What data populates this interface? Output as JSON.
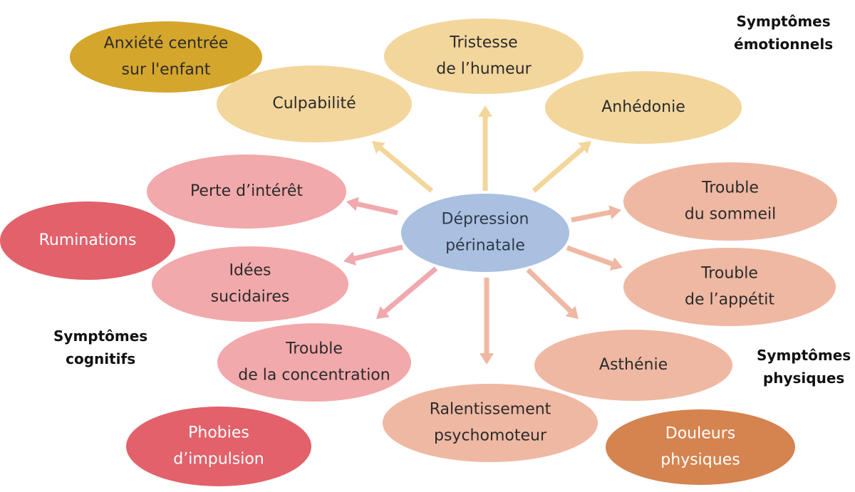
{
  "center": {
    "lines": [
      "Dépression",
      "périnatale"
    ]
  },
  "groups": {
    "emotional": {
      "lines": [
        "Symptômes",
        "émotionnels"
      ]
    },
    "cognitive": {
      "lines": [
        "Symptômes",
        "cognitifs"
      ]
    },
    "physical": {
      "lines": [
        "Symptômes",
        "physiques"
      ]
    }
  },
  "nodes": [
    {
      "id": "anxiete",
      "lines": [
        "Anxiété centrée",
        "sur l'enfant"
      ],
      "group": "emotional",
      "style": "dark-gold"
    },
    {
      "id": "tristesse",
      "lines": [
        "Tristesse",
        "de l’humeur"
      ],
      "group": "emotional",
      "style": "light-gold"
    },
    {
      "id": "culpabilite",
      "lines": [
        "Culpabilité"
      ],
      "group": "emotional",
      "style": "light-gold"
    },
    {
      "id": "anhedonie",
      "lines": [
        "Anhédonie"
      ],
      "group": "emotional",
      "style": "light-gold"
    },
    {
      "id": "perte-interet",
      "lines": [
        "Perte d’intérêt"
      ],
      "group": "cognitive",
      "style": "light-pink"
    },
    {
      "id": "ruminations",
      "lines": [
        "Ruminations"
      ],
      "group": "cognitive",
      "style": "dark-red"
    },
    {
      "id": "idees-suicidaires",
      "lines": [
        "Idées",
        "sucidaires"
      ],
      "group": "cognitive",
      "style": "light-pink"
    },
    {
      "id": "trouble-concentration",
      "lines": [
        "Trouble",
        "de la concentration"
      ],
      "group": "cognitive",
      "style": "light-pink"
    },
    {
      "id": "phobies",
      "lines": [
        "Phobies",
        "d’impulsion"
      ],
      "group": "cognitive",
      "style": "dark-red"
    },
    {
      "id": "trouble-sommeil",
      "lines": [
        "Trouble",
        "du sommeil"
      ],
      "group": "physical",
      "style": "light-salmon"
    },
    {
      "id": "trouble-appetit",
      "lines": [
        "Trouble",
        "de l’appétit"
      ],
      "group": "physical",
      "style": "light-salmon"
    },
    {
      "id": "asthenie",
      "lines": [
        "Asthénie"
      ],
      "group": "physical",
      "style": "light-salmon"
    },
    {
      "id": "ralentissement",
      "lines": [
        "Ralentissement",
        "psychomoteur"
      ],
      "group": "physical",
      "style": "light-salmon"
    },
    {
      "id": "douleurs",
      "lines": [
        "Douleurs",
        "physiques"
      ],
      "group": "physical",
      "style": "dark-orange"
    }
  ],
  "colors": {
    "center": "#a9c0e0",
    "light-gold": "#f3d69c",
    "dark-gold": "#d5a62c",
    "light-pink": "#f2a9ab",
    "dark-red": "#e2616a",
    "light-salmon": "#efb8a3",
    "dark-orange": "#d5834f",
    "arrow-emotional": "#f3d69c",
    "arrow-cognitive": "#f0a9ad",
    "arrow-physical": "#efb8a3"
  },
  "edges": [
    "tristesse",
    "culpabilite",
    "anhedonie",
    "perte-interet",
    "idees-suicidaires",
    "trouble-concentration",
    "trouble-sommeil",
    "trouble-appetit",
    "asthenie",
    "ralentissement"
  ]
}
